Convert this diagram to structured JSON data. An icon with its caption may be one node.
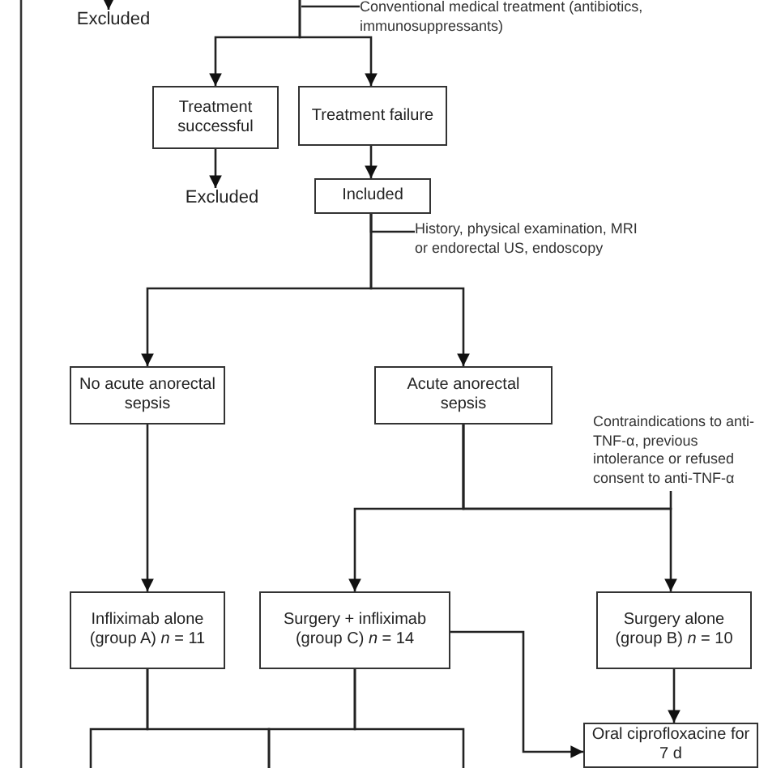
{
  "diagram": {
    "nodes": [
      {
        "text": [
          "Excluded"
        ]
      },
      {
        "text": [
          "Conventional medical treatment (antibiotics, immunosuppressants)"
        ]
      },
      {
        "text": [
          "Treatment successful"
        ]
      },
      {
        "text": [
          "Treatment failure"
        ]
      },
      {
        "text": [
          "Excluded"
        ]
      },
      {
        "text": [
          "Included"
        ]
      },
      {
        "text": [
          "History, physical examination, MRI or endorectal US, endoscopy"
        ]
      },
      {
        "text": [
          "No acute anorectal sepsis"
        ]
      },
      {
        "text": [
          "Acute anorectal sepsis"
        ]
      },
      {
        "text": [
          "Contraindications to anti-TNF-α, previous intolerance or refused consent to anti-TNF-α"
        ]
      },
      {
        "text": [
          "Infliximab alone (group A) *n* = 11"
        ]
      },
      {
        "text": [
          "Surgery + infliximab (group C) *n* = 14"
        ]
      },
      {
        "text": [
          "Surgery alone (group B) *n* = 10"
        ]
      },
      {
        "text": [
          "Oral ciprofloxacine for 7 d"
        ]
      }
    ],
    "edges": [
      {
        "from": null,
        "to": 0,
        "arrow": "to"
      },
      {
        "from": 1,
        "to": null,
        "arrow": "none"
      },
      {
        "from": null,
        "to": 2,
        "arrow": "to"
      },
      {
        "from": null,
        "to": 3,
        "arrow": "to"
      },
      {
        "from": 2,
        "to": 4,
        "arrow": "to"
      },
      {
        "from": 3,
        "to": 5,
        "arrow": "to"
      },
      {
        "from": 5,
        "to": 7,
        "arrow": "to"
      },
      {
        "from": 5,
        "to": 8,
        "arrow": "to"
      },
      {
        "from": 6,
        "to": 5,
        "arrow": "none"
      },
      {
        "from": 8,
        "to": 11,
        "arrow": "to"
      },
      {
        "from": 8,
        "to": 12,
        "arrow": "to"
      },
      {
        "from": 9,
        "to": 8,
        "arrow": "none"
      },
      {
        "from": 7,
        "to": 10,
        "arrow": "to"
      },
      {
        "from": 12,
        "to": 13,
        "arrow": "to"
      },
      {
        "from": 11,
        "to": 13,
        "arrow": "to"
      },
      {
        "from": 10,
        "to": null,
        "arrow": "none"
      },
      {
        "from": 10,
        "to": null,
        "arrow": "none"
      },
      {
        "from": 11,
        "to": null,
        "arrow": "none"
      },
      {
        "from": 11,
        "to": null,
        "arrow": "none"
      }
    ]
  }
}
